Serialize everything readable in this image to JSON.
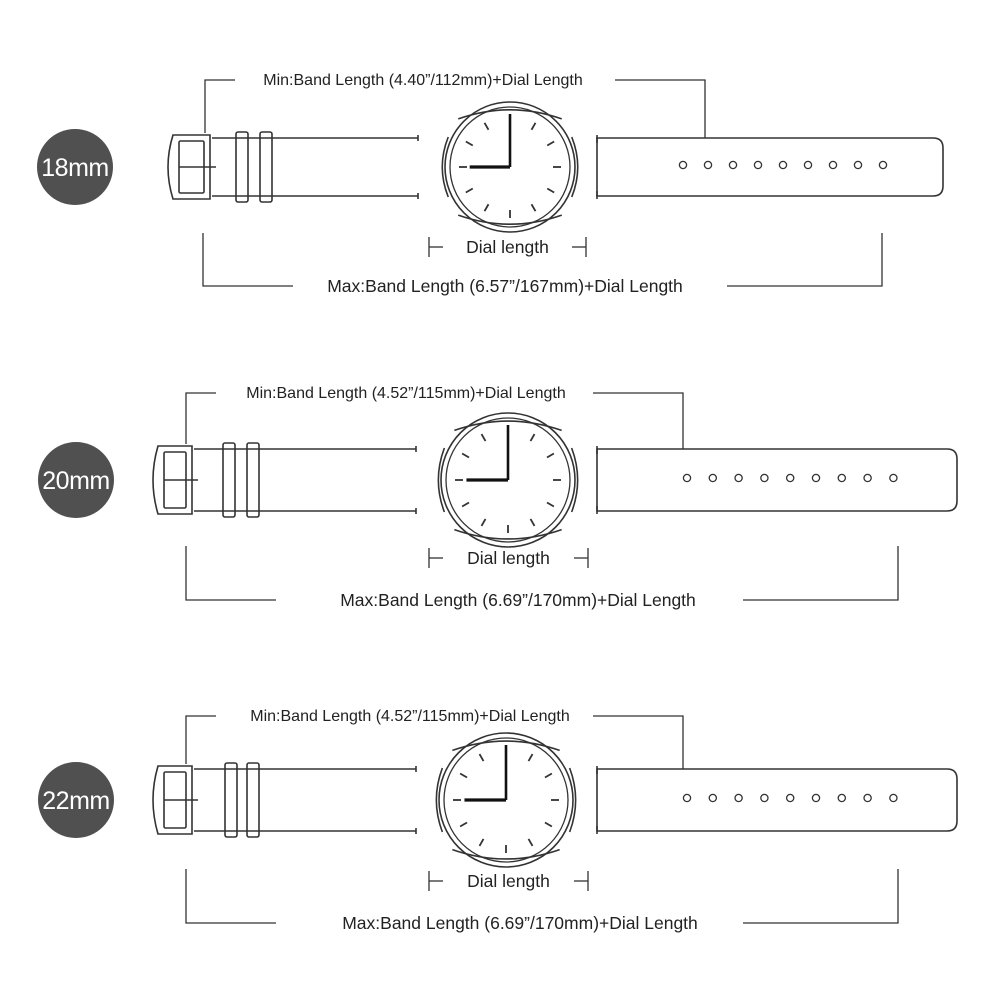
{
  "rows": [
    {
      "size_label": "18mm",
      "min_label": "Min:Band Length (4.40”/112mm)+Dial Length",
      "max_label": "Max:Band Length (6.57”/167mm)+Dial Length",
      "dial_label": "Dial length",
      "hole_count": 9
    },
    {
      "size_label": "20mm",
      "min_label": "Min:Band Length (4.52”/115mm)+Dial Length",
      "max_label": "Max:Band Length (6.69”/170mm)+Dial Length",
      "dial_label": "Dial length",
      "hole_count": 9
    },
    {
      "size_label": "22mm",
      "min_label": "Min:Band Length (4.52”/115mm)+Dial Length",
      "max_label": "Max:Band Length (6.69”/170mm)+Dial Length",
      "dial_label": "Dial length",
      "hole_count": 9
    }
  ],
  "colors": {
    "badge": "#505050",
    "stroke": "#333333",
    "hands": "#111111"
  },
  "icons": {
    "watch": "watch-face-icon",
    "buckle": "buckle-icon"
  }
}
